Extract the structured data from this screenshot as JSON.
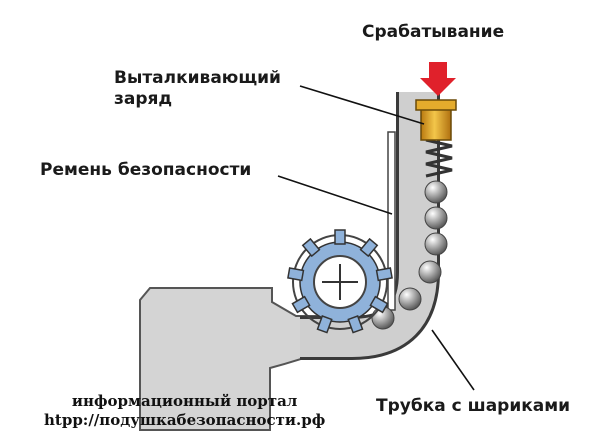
{
  "labels": {
    "trigger": "Срабатывание",
    "charge_line1": "Выталкивающий",
    "charge_line2": "заряд",
    "belt": "Ремень безопасности",
    "tube": "Трубка с шариками"
  },
  "watermark": {
    "line1": "информационный портал",
    "line2": "htpp://подушкабезопасности.рф"
  },
  "colors": {
    "arrow": "#e0212b",
    "charge": "#e2a21c",
    "tube_fill": "#c9c9c9",
    "tube_stroke": "#3a3a3a",
    "sprocket": "#8fb2da",
    "ball": "#8a8a8a",
    "text": "#1a1a1a"
  },
  "icons": {
    "trigger": "down-arrow-icon"
  }
}
